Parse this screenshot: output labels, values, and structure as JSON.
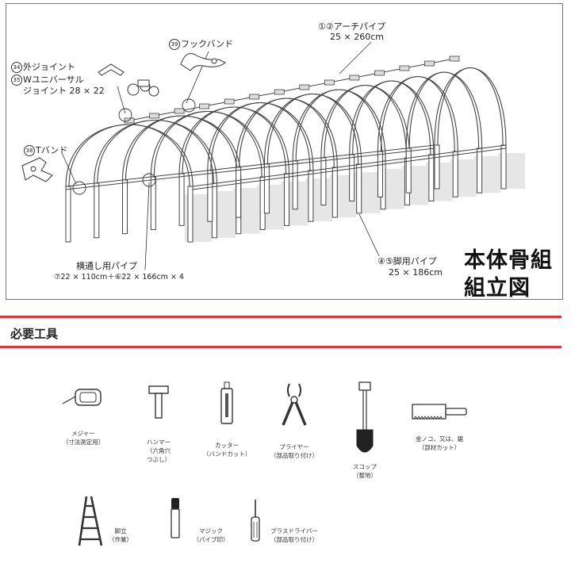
{
  "diagram": {
    "title_line1": "本体骨組",
    "title_line2": "組立図",
    "labels": {
      "arch_pipe": {
        "nums": [
          "①",
          "②"
        ],
        "name": "アーチパイプ",
        "size": "25 × 260cm"
      },
      "hook_band": {
        "num": "39",
        "name": "フックバンド"
      },
      "outer_joint": {
        "num": "34",
        "name": "外ジョイント"
      },
      "w_universal": {
        "num": "35",
        "name_line1": "Wユニバーサル",
        "name_line2": "ジョイント 28 × 22"
      },
      "t_band": {
        "num": "38",
        "name": "Tバンド"
      },
      "horizontal_pipe": {
        "name": "横通し用パイプ",
        "size": "⑦22 × 110cm＋⑥22 × 166cm × 4"
      },
      "leg_pipe": {
        "nums": [
          "④",
          "⑤"
        ],
        "name": "脚用パイプ",
        "size": "25 × 186cm"
      }
    }
  },
  "tools_section": {
    "title": "必要工具",
    "accent_color": "#d9383f",
    "tools": [
      {
        "icon": "tape-measure-icon",
        "name": "メジャー",
        "note": "（寸法測定用）"
      },
      {
        "icon": "hammer-icon",
        "name": "ハンマー",
        "note": "（六角穴つぶし）"
      },
      {
        "icon": "cutter-icon",
        "name": "カッター",
        "note": "（バンドカット）"
      },
      {
        "icon": "pliers-icon",
        "name": "プライヤー",
        "note": "（部品取り付け）"
      },
      {
        "icon": "shovel-icon",
        "name": "スコップ",
        "note": "（整地）"
      },
      {
        "icon": "saw-icon",
        "name": "金ノコ、又は、鋸",
        "note": "（部材カット）"
      },
      {
        "icon": "stepladder-icon",
        "name": "脚立",
        "note": "（作業）"
      },
      {
        "icon": "marker-icon",
        "name": "マジック",
        "note": "（パイプ印）"
      },
      {
        "icon": "screwdriver-icon",
        "name": "プラスドライバー",
        "note": "（部品取り付け）"
      }
    ]
  }
}
